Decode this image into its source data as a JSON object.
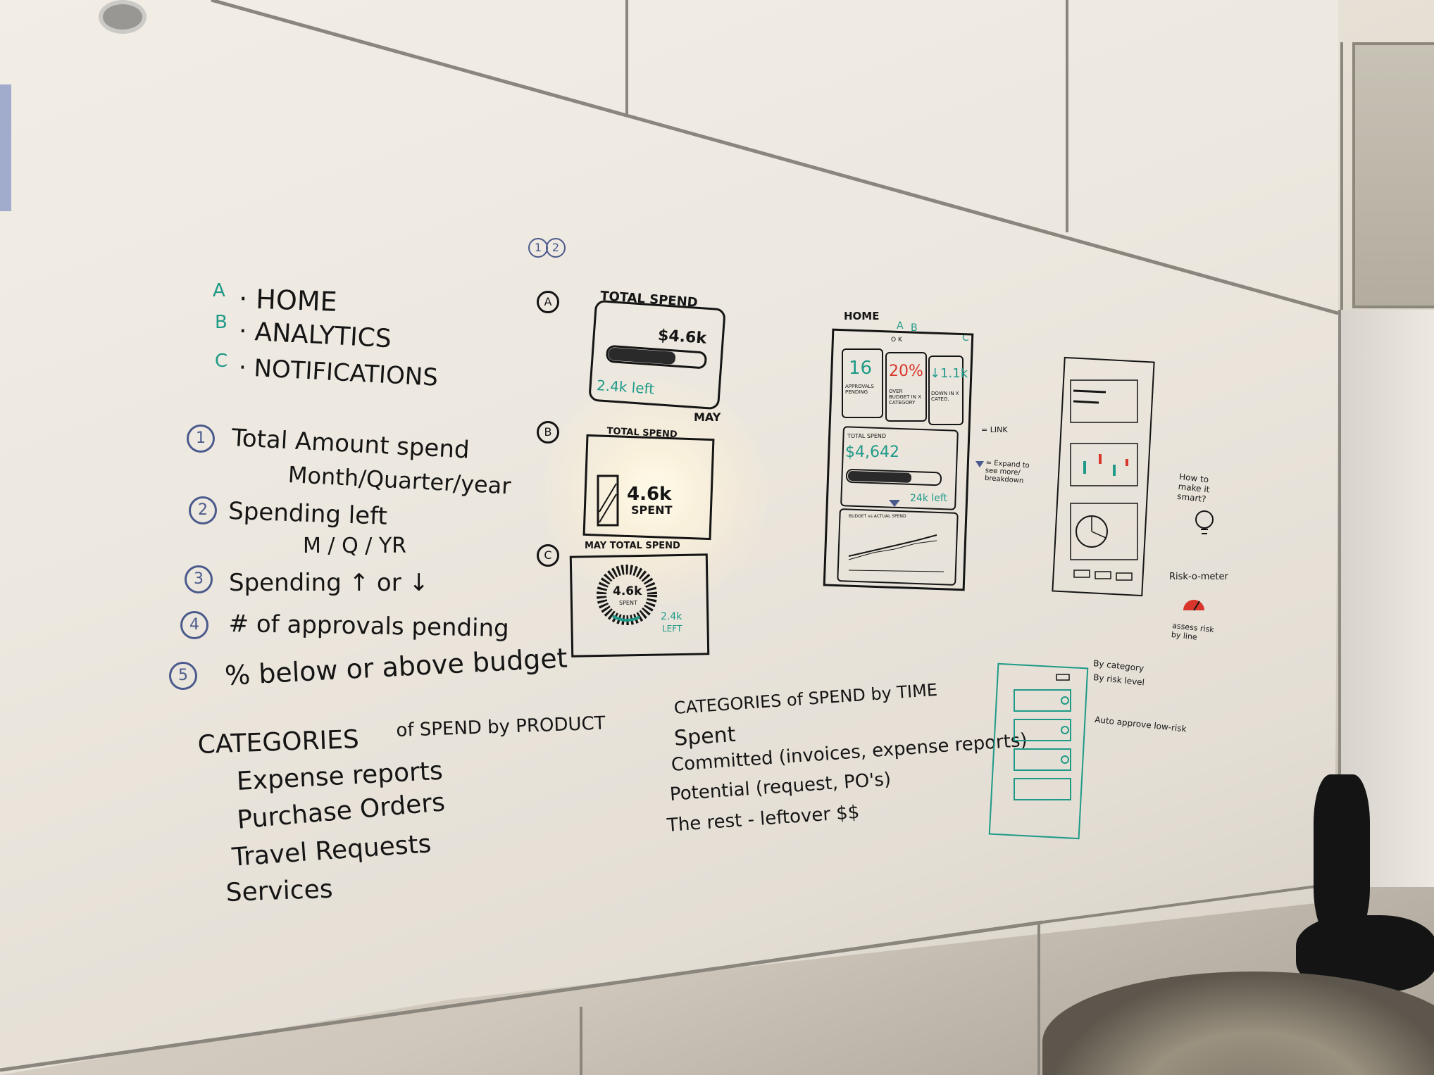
{
  "nav_list": [
    {
      "letter": "A",
      "label": "HOME"
    },
    {
      "letter": "B",
      "label": "ANALYTICS"
    },
    {
      "letter": "C",
      "label": "NOTIFICATIONS"
    }
  ],
  "requirements": [
    {
      "num": "1",
      "lines": [
        "Total Amount spend",
        "Month/Quarter/year"
      ]
    },
    {
      "num": "2",
      "lines": [
        "Spending left",
        "M / Q / YR"
      ]
    },
    {
      "num": "3",
      "lines": [
        "Spending ↑ or ↓"
      ]
    },
    {
      "num": "4",
      "lines": [
        "# of approvals pending"
      ]
    },
    {
      "num": "5",
      "lines": [
        "% below or above budget"
      ]
    }
  ],
  "categories_product": {
    "heading": "CATEGORIES",
    "heading_rest": "of SPEND by PRODUCT",
    "items": [
      "Expense reports",
      "Purchase Orders",
      "Travel Requests",
      "Services"
    ]
  },
  "categories_time": {
    "heading": "CATEGORIES of SPEND by TIME",
    "items": [
      "Spent",
      "Committed (invoices, expense reports)",
      "Potential (request, PO's)",
      "The rest - leftover $$"
    ]
  },
  "sketch_header": {
    "n1": "1",
    "n2": "2"
  },
  "option_a": {
    "marker": "A",
    "title": "TOTAL SPEND",
    "amount": "$4.6k",
    "left": "2.4k left",
    "month": "MAY"
  },
  "option_b": {
    "marker": "B",
    "title": "TOTAL SPEND",
    "value": "4.6k",
    "sub": "SPENT"
  },
  "option_c": {
    "marker": "C",
    "title": "MAY TOTAL SPEND",
    "center": "4.6k",
    "center_sub": "SPENT",
    "left": "2.4k",
    "left_sub": "LEFT"
  },
  "home_wireframe": {
    "label": "HOME",
    "tabs": [
      "A",
      "B",
      "C"
    ],
    "top_logo": "O K",
    "card1_value": "16",
    "card1_label": "APPROVALS PENDING",
    "card2_value": "20%",
    "card2_label": "OVER BUDGET IN X CATEGORY",
    "card3_value": "↓1.1k",
    "card3_label": "DOWN IN X CATEG.",
    "total_label": "TOTAL SPEND",
    "total_value": "$4,642",
    "left_value": "24k left",
    "chart_label": "BUDGET vs ACTUAL SPEND"
  },
  "legend": {
    "link": "= LINK",
    "expand": "= Expand to see more/ breakdown"
  },
  "notes": {
    "smart": "How to make it smart?",
    "risk": "Risk-o-meter",
    "risk_sub": "assess risk by line",
    "by_category": "By category",
    "by_risk": "By risk level",
    "auto_approve": "Auto approve low-risk"
  },
  "colors": {
    "ink": "#151515",
    "green": "#1f9a88",
    "red": "#d8362b",
    "blue_num": "#4b5a8c"
  }
}
